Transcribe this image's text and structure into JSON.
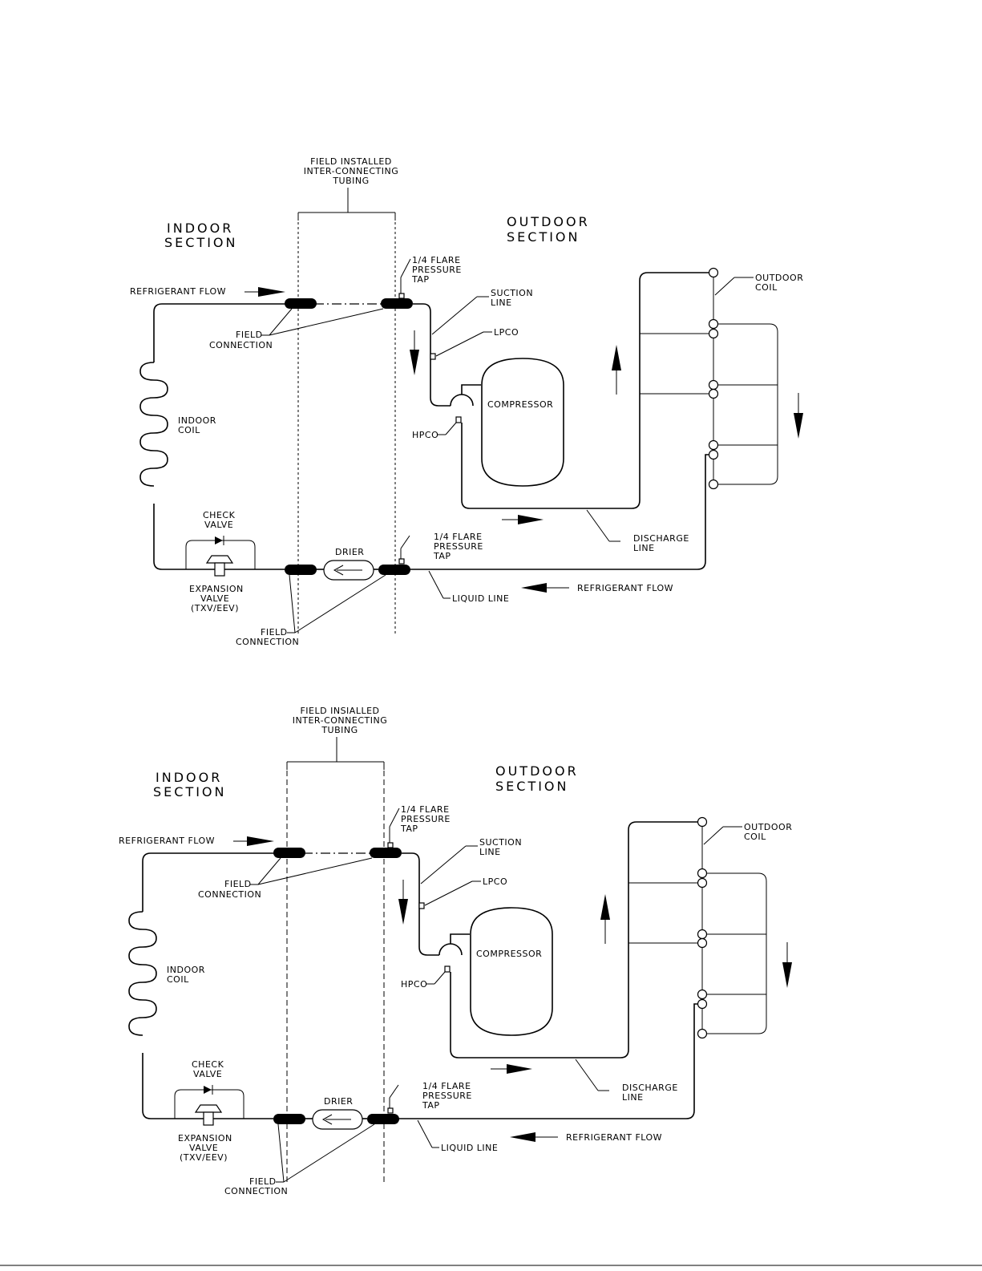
{
  "labels": {
    "field_installed": [
      "FIELD INSTALLED",
      "INTER-CONNECTING",
      "TUBING"
    ],
    "field_installed_2": [
      "FIELD INSIALLED",
      "INTER-CONNECTING",
      "TUBING"
    ],
    "indoor_section": [
      "INDOOR",
      "SECTION"
    ],
    "outdoor_section": [
      "OUTDOOR",
      "SECTION"
    ],
    "refrigerant_flow": "REFRIGERANT FLOW",
    "flare_tap": [
      "1/4 FLARE",
      "PRESSURE",
      "TAP"
    ],
    "suction_line": [
      "SUCTION",
      "LINE"
    ],
    "lpco": "LPCO",
    "hpco": "HPCO",
    "compressor": "COMPRESSOR",
    "outdoor_coil": [
      "OUTDOOR",
      "COIL"
    ],
    "indoor_coil": [
      "INDOOR",
      "COIL"
    ],
    "field_connection": [
      "FIELD",
      "CONNECTION"
    ],
    "check_valve": [
      "CHECK",
      "VALVE"
    ],
    "drier": "DRIER",
    "expansion_valve": [
      "EXPANSION",
      "VALVE",
      "(TXV/EEV)"
    ],
    "discharge_line": [
      "DISCHARGE",
      "LINE"
    ],
    "liquid_line": "LIQUID LINE"
  }
}
